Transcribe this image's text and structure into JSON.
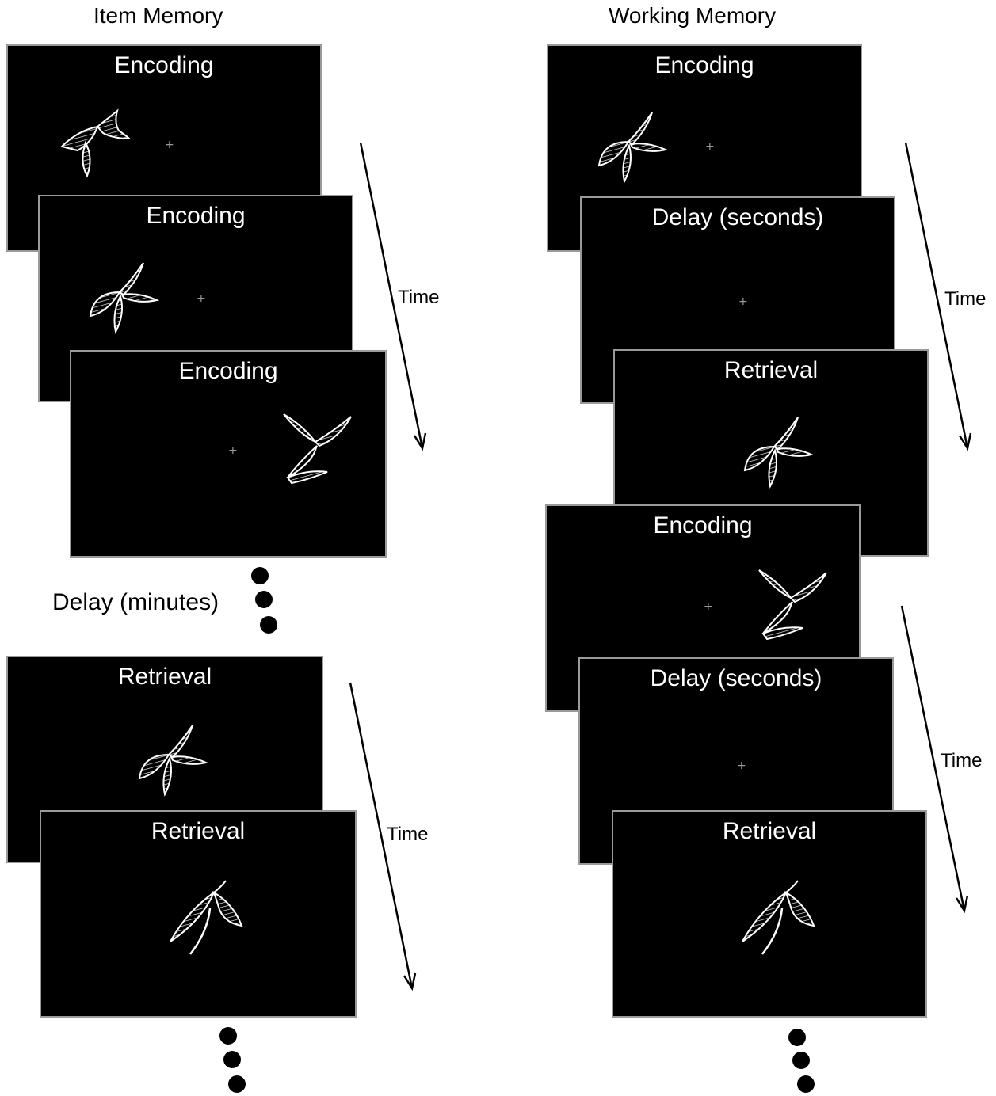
{
  "columns": {
    "item_memory": {
      "title": "Item Memory",
      "encoding_screens": [
        {
          "label": "Encoding"
        },
        {
          "label": "Encoding"
        },
        {
          "label": "Encoding"
        }
      ],
      "delay_label": "Delay (minutes)",
      "retrieval_screens": [
        {
          "label": "Retrieval"
        },
        {
          "label": "Retrieval"
        }
      ],
      "time_labels": [
        "Time",
        "Time"
      ]
    },
    "working_memory": {
      "title": "Working Memory",
      "block1_screens": [
        {
          "label": "Encoding"
        },
        {
          "label": "Delay (seconds)"
        },
        {
          "label": "Retrieval"
        }
      ],
      "block2_screens": [
        {
          "label": "Encoding"
        },
        {
          "label": "Delay (seconds)"
        },
        {
          "label": "Retrieval"
        }
      ],
      "time_labels": [
        "Time",
        "Time"
      ]
    }
  },
  "fixation_symbol": "+",
  "colors": {
    "screen_background": "#000000",
    "screen_border": "#9a9a9a",
    "stimulus_line": "#ffffff",
    "page_background": "#ffffff"
  }
}
